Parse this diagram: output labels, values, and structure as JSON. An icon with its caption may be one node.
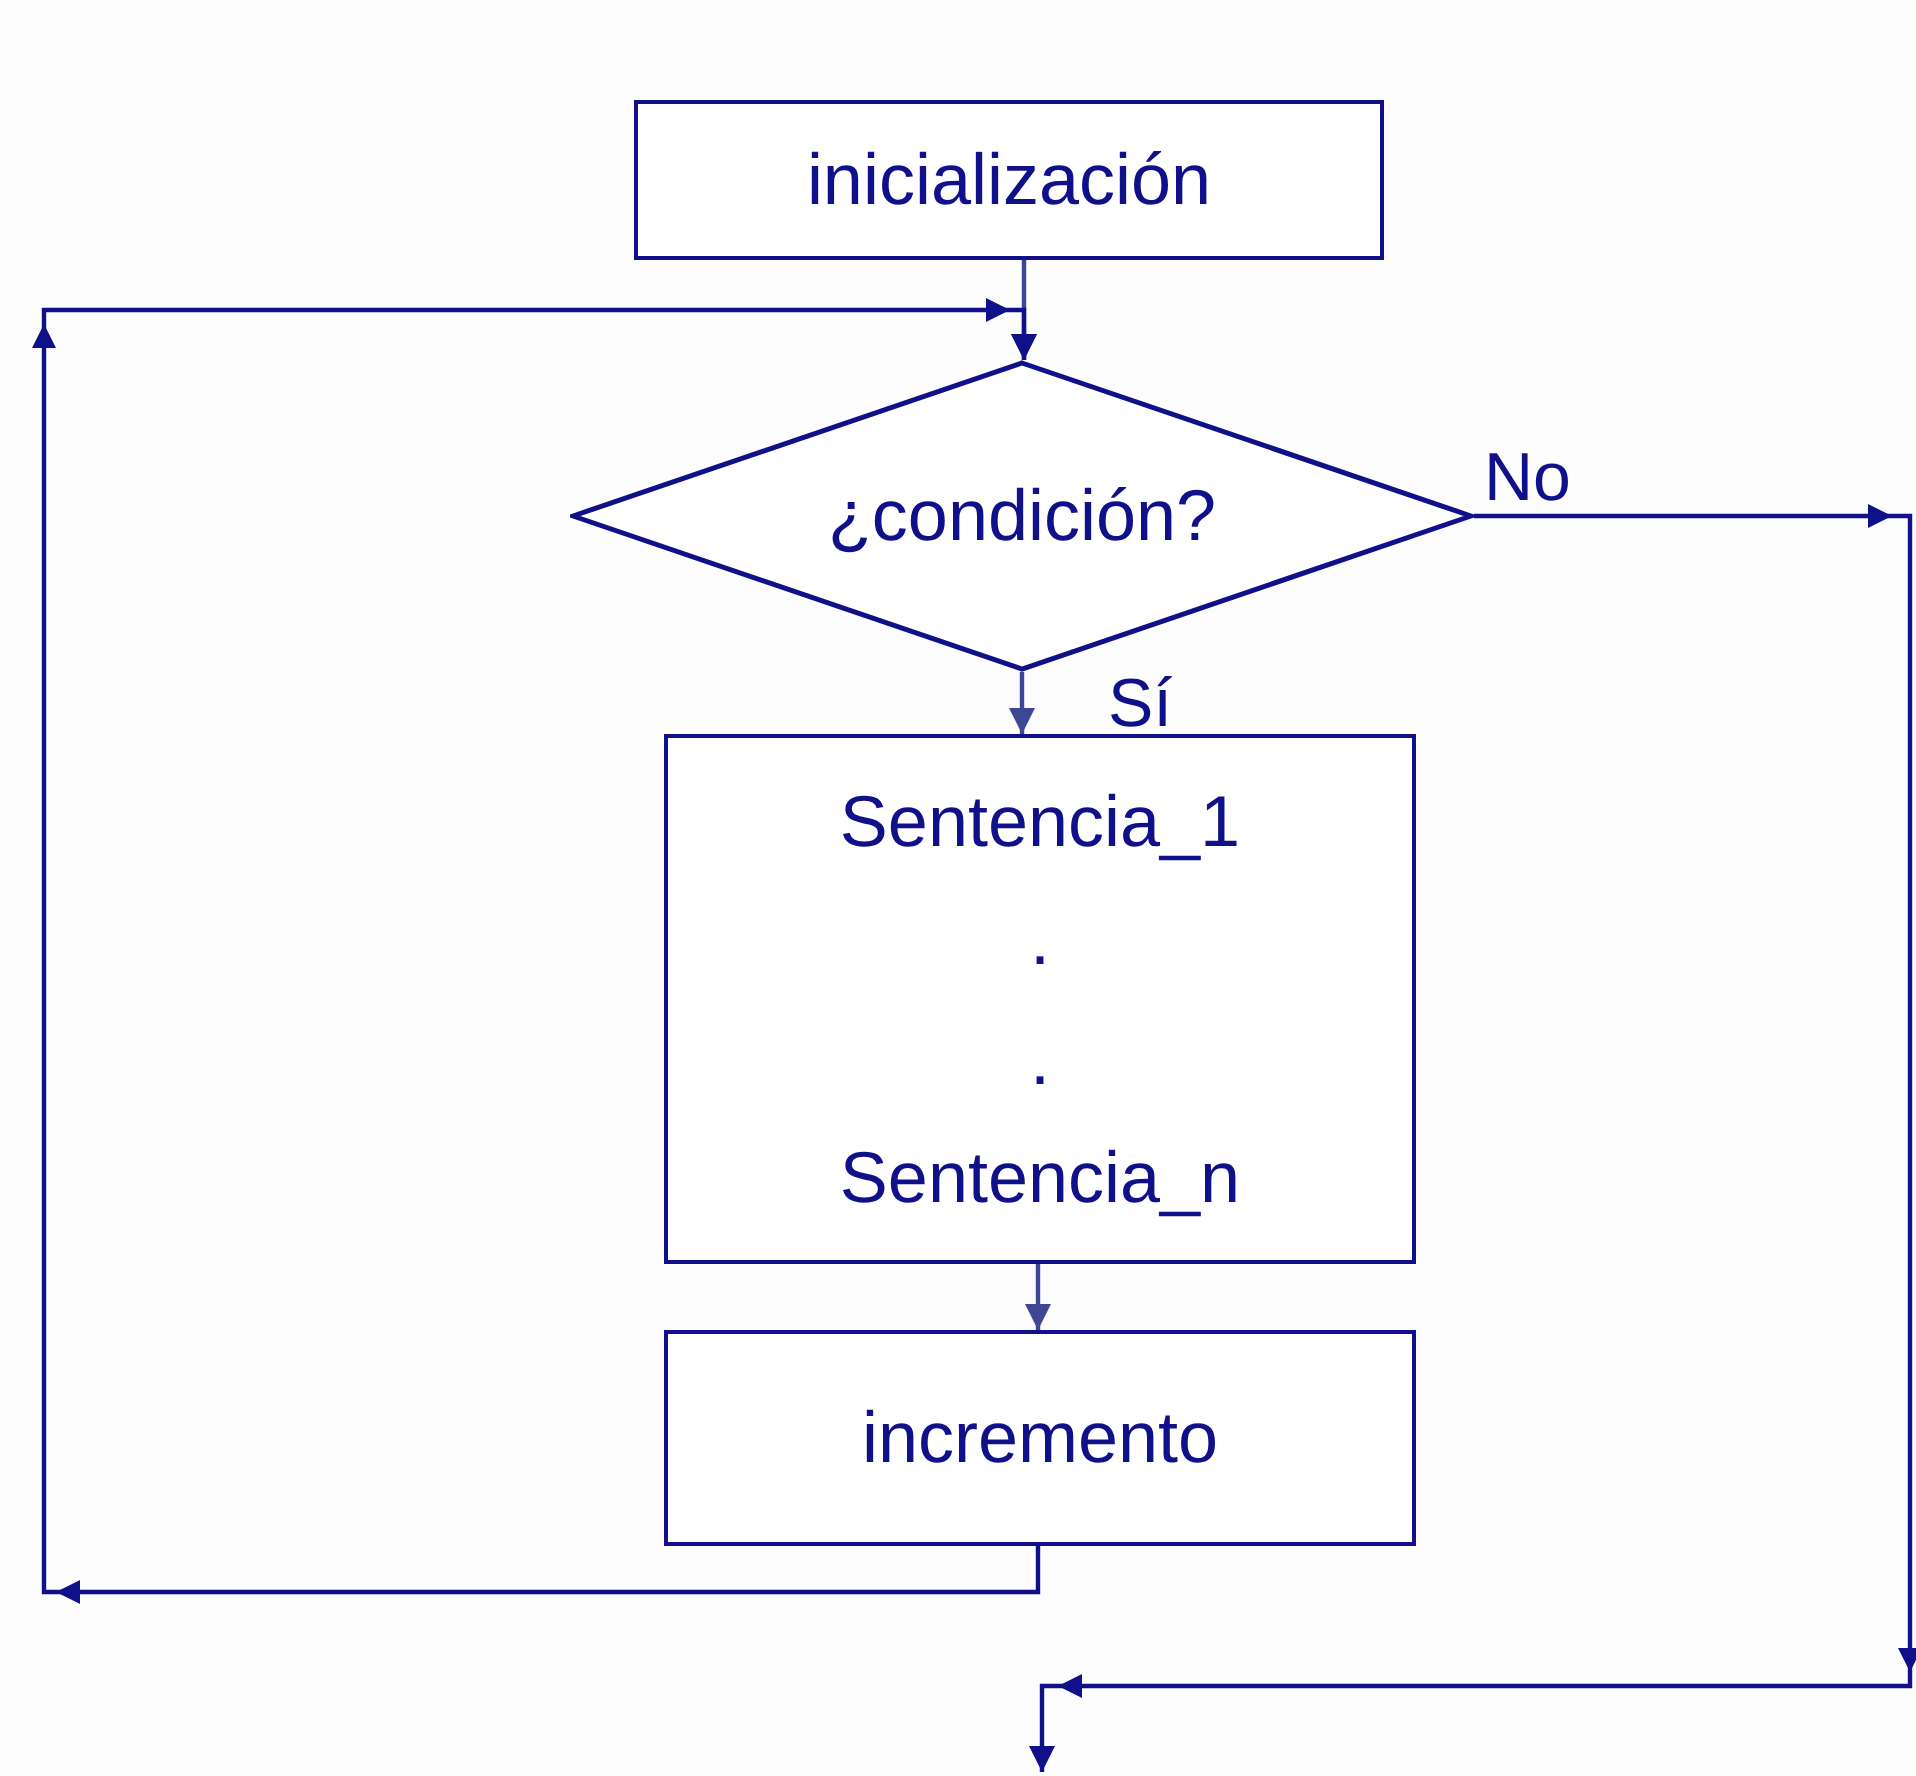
{
  "diagram": {
    "nodes": [
      {
        "text": [
          "inicialización"
        ]
      },
      {
        "text": [
          "¿condición?"
        ]
      },
      {
        "text": [
          "Sentencia_1",
          ".",
          ".",
          "Sentencia_n"
        ]
      },
      {
        "text": [
          "incremento"
        ]
      }
    ],
    "edges": [
      {
        "from": 0,
        "to": 1,
        "arrow": "to",
        "color": "#3f4795"
      },
      {
        "from": 1,
        "to": 2,
        "label": "Sí",
        "arrow": "to",
        "color": "#3f4795"
      },
      {
        "from": 2,
        "to": 3,
        "arrow": "to",
        "color": "#3f4795"
      },
      {
        "from": 3,
        "to": 1,
        "arrow": "to"
      },
      {
        "from": 1,
        "to": null,
        "label": "No",
        "arrow": "to"
      }
    ]
  }
}
